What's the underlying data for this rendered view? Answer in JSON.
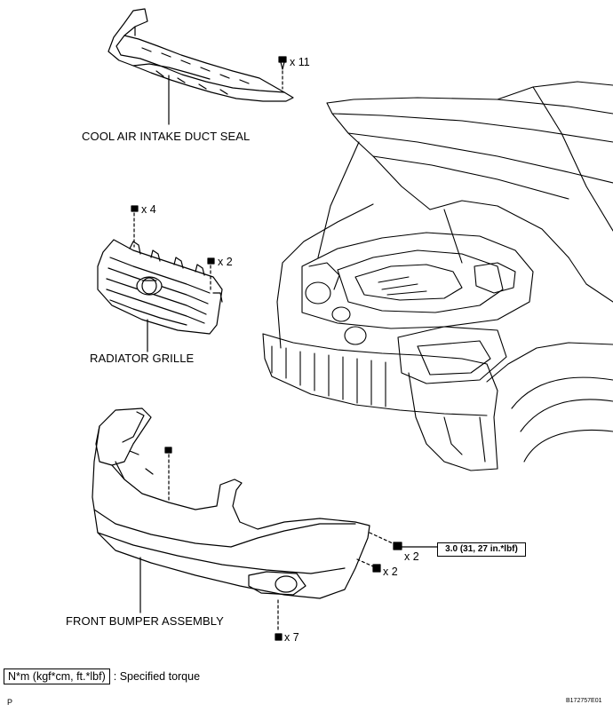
{
  "labels": {
    "duct_seal": "COOL AIR INTAKE DUCT SEAL",
    "radiator_grille": "RADIATOR GRILLE",
    "front_bumper": "FRONT BUMPER ASSEMBLY"
  },
  "quantities": {
    "duct_clips": "x 11",
    "grille_clips_top": "x 4",
    "grille_screws": "x 2",
    "bumper_bolts_torque": "x 2",
    "bumper_screws": "x 2",
    "bumper_clips_bottom": "x 7"
  },
  "torque_spec": "3.0 (31, 27 in.*lbf)",
  "legend": {
    "unit_box": "N*m (kgf*cm, ft.*lbf)",
    "description": ": Specified torque"
  },
  "footer": {
    "left_mark": "P",
    "figure_code": "B172757E01"
  }
}
